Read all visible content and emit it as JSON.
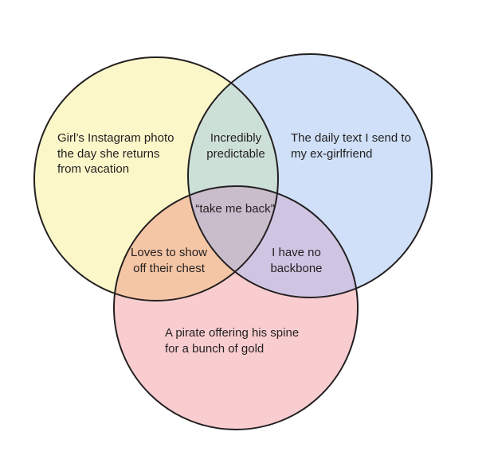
{
  "diagram": {
    "type": "venn-3",
    "circles": [
      {
        "id": "a",
        "name": "Girl's Instagram photo the day she returns from vacation",
        "fill": "#fbf7c9"
      },
      {
        "id": "b",
        "name": "The daily text I send to my ex-girlfriend",
        "fill": "#cfe0f8"
      },
      {
        "id": "c",
        "name": "A pirate offering his spine for a bunch of gold",
        "fill": "#f9cdcf"
      }
    ],
    "region_colors": {
      "a_b": "#cde0d8",
      "a_c": "#f5c6a6",
      "b_c": "#d0c4e3",
      "a_b_c": "#c9bccb"
    },
    "stroke": "#231f20",
    "labels": {
      "a_only": [
        "Girl’s Instagram photo",
        "the day she returns",
        "from vacation"
      ],
      "b_only": [
        "The daily text I send to",
        "my ex-girlfriend"
      ],
      "c_only": [
        "A pirate offering his spine",
        "for a bunch of gold"
      ],
      "a_b": [
        "Incredibly",
        "predictable"
      ],
      "a_c": [
        "Loves to show",
        "off their chest"
      ],
      "b_c": [
        "I have no",
        "backbone"
      ],
      "a_b_c": [
        "“take me back”"
      ]
    }
  }
}
